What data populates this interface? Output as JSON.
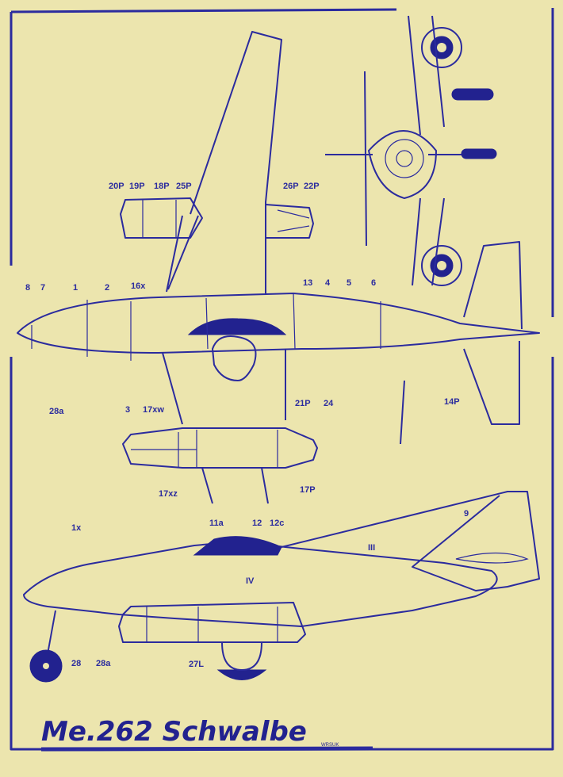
{
  "title": "Me.262 Schwalbe",
  "signature": "WRSUK",
  "colors": {
    "paper": "#ece5ae",
    "ink": "#2b2b9e"
  },
  "labels": {
    "top_view": [
      "20P",
      "19P",
      "18P",
      "25P",
      "26P",
      "22P",
      "8",
      "7",
      "1",
      "2",
      "16x",
      "13",
      "4",
      "5",
      "6",
      "28a",
      "3",
      "17xw",
      "21P",
      "24",
      "14P",
      "17xz",
      "17P"
    ],
    "side_view": [
      "9",
      "1x",
      "11a",
      "12",
      "12c",
      "III",
      "IV",
      "28",
      "28a",
      "27L"
    ]
  }
}
